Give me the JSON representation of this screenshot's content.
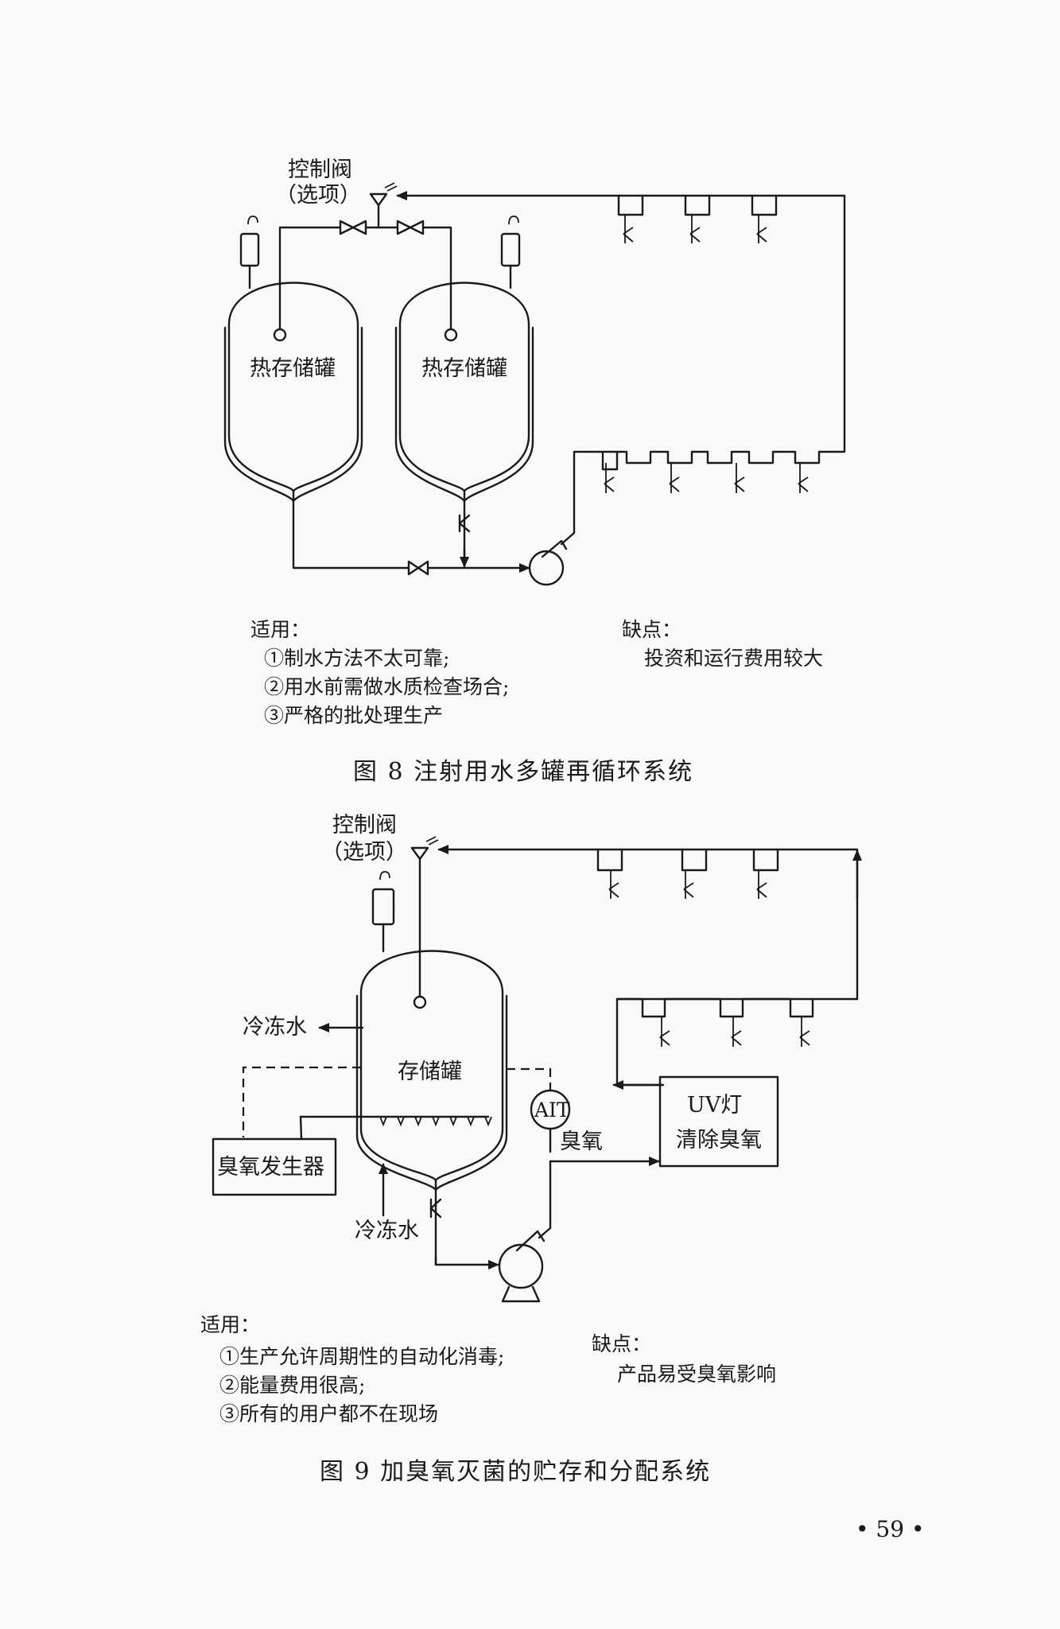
{
  "figure8": {
    "control_valve": "控制阀",
    "optional": "（选项）",
    "tank_left": "热存储罐",
    "tank_right": "热存储罐",
    "applicable_title": "适用：",
    "applicable_items": [
      "①制水方法不太可靠;",
      "②用水前需做水质检查场合;",
      "③严格的批处理生产"
    ],
    "drawbacks_title": "缺点：",
    "drawbacks_items": [
      "投资和运行费用较大"
    ],
    "caption": "图 8    注射用水多罐再循环系统"
  },
  "figure9": {
    "control_valve": "控制阀",
    "optional": "（选项）",
    "tank": "存储罐",
    "chilled_water_out": "冷冻水",
    "chilled_water_in": "冷冻水",
    "ozone_generator": "臭氧发生器",
    "ait": "AIT",
    "ozone": "臭氧",
    "uv_line1": "UV灯",
    "uv_line2": "清除臭氧",
    "applicable_title": "适用：",
    "applicable_items": [
      "①生产允许周期性的自动化消毒;",
      "②能量费用很高;",
      "③所有的用户都不在现场"
    ],
    "drawbacks_title": "缺点：",
    "drawbacks_items": [
      "产品易受臭氧影响"
    ],
    "caption": "图 9    加臭氧灭菌的贮存和分配系统"
  },
  "page_number": "• 59 •"
}
